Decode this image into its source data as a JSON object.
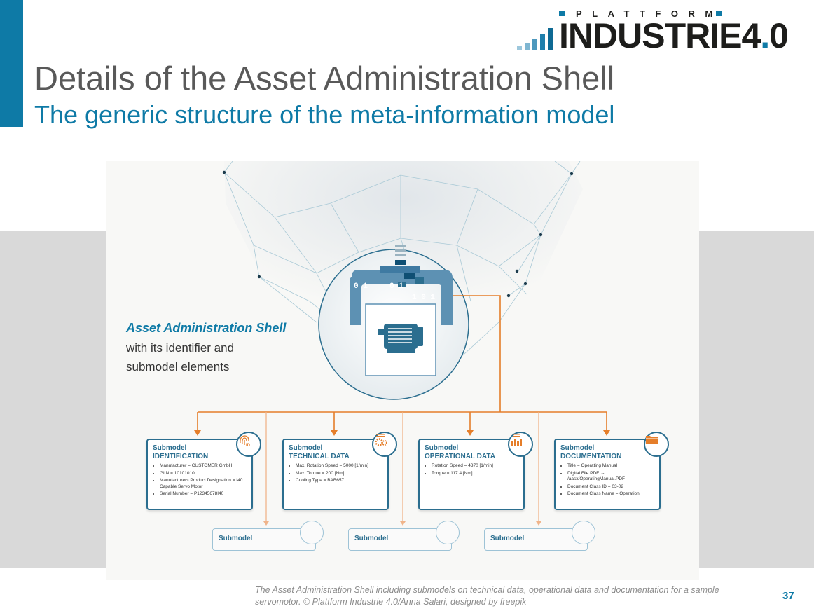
{
  "logo": {
    "top_text": "PLATTFORM",
    "main_text": "INDUSTRIE4",
    "dot": ".",
    "zero": "0"
  },
  "slide": {
    "title": "Details of the Asset Administration Shell",
    "subtitle": "The generic structure of the meta-information model",
    "page_number": "37",
    "caption": "The Asset Administration Shell including submodels on technical data, operational data and documentation for a sample servomotor. © Plattform Industrie 4.0/Anna Salari, designed by freepik"
  },
  "diagram": {
    "aas_label": {
      "title": "Asset Administration Shell",
      "description": "with its identifier and submodel elements"
    },
    "binary": [
      "0 1",
      "0 1",
      "1 0 1"
    ],
    "submodels": [
      {
        "label": "Submodel",
        "name": "IDENTIFICATION",
        "icon": "fingerprint-id-icon",
        "items": [
          "Manufacturer = CUSTOMER GmbH",
          "GLN = 10101010",
          "Manufacturers Product Designation = I40 Capable Servo Motor",
          "Serial Number = P12345678I40"
        ]
      },
      {
        "label": "Submodel",
        "name": "TECHNICAL DATA",
        "icon": "gears-icon",
        "items": [
          "Max. Rotation Speed = 5000 [1/min]",
          "Max. Torque = 200 [Nm]",
          "Cooling Type = BAB657"
        ]
      },
      {
        "label": "Submodel",
        "name": "OPERATIONAL DATA",
        "icon": "bar-chart-icon",
        "items": [
          "Rotation Speed = 4370 [1/min]",
          "Torque = 117.4 [Nm]"
        ]
      },
      {
        "label": "Submodel",
        "name": "DOCUMENTATION",
        "icon": "folder-icon",
        "items": [
          "Title = Operating Manual",
          "Digital File PDF → /aasx/OperatingManual.PDF",
          "Document Class ID = 03-02",
          "Document Class Name = Operation"
        ]
      }
    ],
    "empty_submodels": [
      "Submodel",
      "Submodel",
      "Submodel"
    ],
    "colors": {
      "accent": "#0e7aa6",
      "card_border": "#2b6e8f",
      "connector": "#e57e2a"
    }
  }
}
